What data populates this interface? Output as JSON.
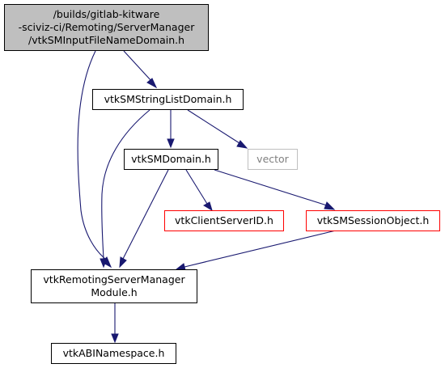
{
  "nodes": {
    "root": {
      "lines": [
        "/builds/gitlab-kitware",
        "-sciviz-ci/Remoting/ServerManager",
        "/vtkSMInputFileNameDomain.h"
      ]
    },
    "string_list_domain": {
      "lines": [
        "vtkSMStringListDomain.h"
      ]
    },
    "vector": {
      "lines": [
        "vector"
      ]
    },
    "sm_domain": {
      "lines": [
        "vtkSMDomain.h"
      ]
    },
    "client_server_id": {
      "lines": [
        "vtkClientServerID.h"
      ]
    },
    "session_object": {
      "lines": [
        "vtkSMSessionObject.h"
      ]
    },
    "remoting_module": {
      "lines": [
        "vtkRemotingServerManager",
        "Module.h"
      ]
    },
    "abi_namespace": {
      "lines": [
        "vtkABINamespace.h"
      ]
    }
  },
  "colors": {
    "edge": "#191970",
    "root_fill": "#bfbfbf",
    "border_default": "#000000",
    "border_missing": "#ff0000",
    "border_external": "#bfbfbf",
    "text_external": "#7f7f7f"
  }
}
